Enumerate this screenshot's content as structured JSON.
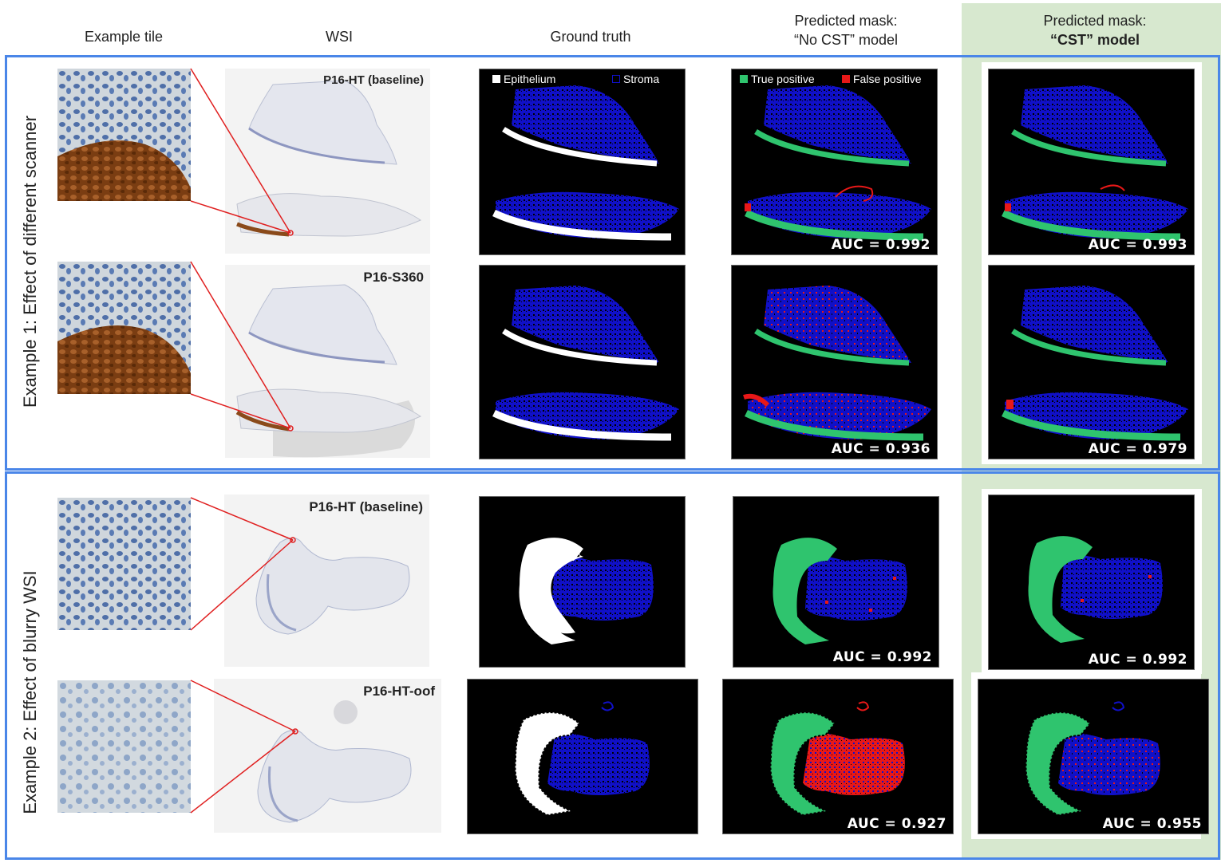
{
  "headers": {
    "example_tile": "Example tile",
    "wsi": "WSI",
    "ground_truth": "Ground truth",
    "no_cst_line1": "Predicted mask:",
    "no_cst_line2": "“No CST” model",
    "cst_line1": "Predicted mask:",
    "cst_line2": "“CST” model"
  },
  "sections": [
    {
      "label": "Example 1: Effect of different scanner",
      "rows": [
        {
          "wsi_label": "P16-HT (baseline)",
          "auc_no_cst": "AUC = 0.992",
          "auc_cst": "AUC = 0.993"
        },
        {
          "wsi_label": "P16-S360",
          "auc_no_cst": "AUC = 0.936",
          "auc_cst": "AUC = 0.979"
        }
      ]
    },
    {
      "label": "Example 2: Effect of blurry WSI",
      "rows": [
        {
          "wsi_label": "P16-HT (baseline)",
          "auc_no_cst": "AUC = 0.992",
          "auc_cst": "AUC = 0.992"
        },
        {
          "wsi_label": "P16-HT-oof",
          "auc_no_cst": "AUC = 0.927",
          "auc_cst": "AUC = 0.955"
        }
      ]
    }
  ],
  "legend": {
    "epithelium": "Epithelium",
    "stroma": "Stroma",
    "true_positive": "True positive",
    "false_positive": "False positive"
  },
  "colors": {
    "section_border": "#4a86e8",
    "cst_highlight": "#d7e8cf",
    "stroma": "#1010c8",
    "epithelium": "#ffffff",
    "true_positive": "#2fc46e",
    "false_positive": "#e81818",
    "connector": "#e02020"
  }
}
